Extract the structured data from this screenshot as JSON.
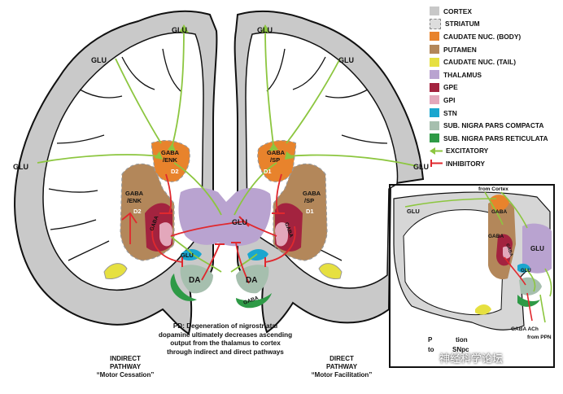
{
  "legend": [
    {
      "label": "CORTEX",
      "color": "#c8c8c8",
      "kind": "swatch"
    },
    {
      "label": "STRIATUM",
      "color": "#dddddd",
      "kind": "dashed"
    },
    {
      "label": "CAUDATE NUC. (BODY)",
      "color": "#e8832c",
      "kind": "swatch"
    },
    {
      "label": "PUTAMEN",
      "color": "#b3875a",
      "kind": "swatch"
    },
    {
      "label": "CAUDATE NUC. (TAIL)",
      "color": "#e6e040",
      "kind": "swatch"
    },
    {
      "label": "THALAMUS",
      "color": "#b9a3d0",
      "kind": "swatch"
    },
    {
      "label": "GPE",
      "color": "#a3233f",
      "kind": "swatch"
    },
    {
      "label": "GPI",
      "color": "#e3a7bb",
      "kind": "swatch"
    },
    {
      "label": "STN",
      "color": "#1aa6cf",
      "kind": "swatch"
    },
    {
      "label": "SUB. NIGRA PARS COMPACTA",
      "color": "#a6bfae",
      "kind": "swatch"
    },
    {
      "label": "SUB. NIGRA PARS RETICULATA",
      "color": "#2e9a46",
      "kind": "swatch"
    },
    {
      "label": "EXCITATORY",
      "color": "#8cc63f",
      "kind": "excit"
    },
    {
      "label": "INHIBITORY",
      "color": "#e0282e",
      "kind": "inhib"
    }
  ],
  "labels": {
    "glu_top_left": "GLU",
    "glu_top_right": "GLU",
    "glu_upper_left": "GLU",
    "glu_upper_right": "GLU",
    "glu_mid_left": "GLU",
    "glu_mid_right": "GLU",
    "glu_center": "GLU",
    "glu_stn_left": "GLU",
    "gaba_enk_top": "GABA",
    "gaba_enk_top2": "/ENK",
    "d2_top": "D2",
    "gaba_sp_top": "GABA",
    "gaba_sp_top2": "/SP",
    "d1_top": "D1",
    "gaba_enk_left": "GABA",
    "gaba_enk_left2": "/ENK",
    "d2_left": "D2",
    "gaba_sp_right": "GABA",
    "gaba_sp_right2": "/SP",
    "d1_right": "D1",
    "gaba_gpe_left": "GABA",
    "gaba_gpi_right": "GABA",
    "da_left": "DA",
    "da_right": "DA",
    "gaba_snr": "GABA"
  },
  "notes": {
    "pd_text": "PD: Degeneration of nigrostriatal dopamine ultimately decreases ascending output from the thalamus to cortex through indirect and direct pathways",
    "indirect_title": "INDIRECT",
    "indirect_title2": "PATHWAY",
    "indirect_sub": "“Motor Cessation”",
    "direct_title": "DIRECT",
    "direct_title2": "PATHWAY",
    "direct_sub": "“Motor Facilitation”"
  },
  "inset": {
    "from_cortex": "from Cortex",
    "glu_left": "GLU",
    "gaba_top": "GABA",
    "gaba_putamen": "GABA",
    "gaba_gp": "GABA",
    "glu_thal": "GLU",
    "glu_stn": "GLU",
    "gaba_ach": "GABA  ACh",
    "from_ppn": "from PPN",
    "projection_1": "P",
    "projection_2": "to",
    "projection_tail": "tion",
    "projection_tail2": "SNpc"
  },
  "watermark": "神经科学论坛"
}
